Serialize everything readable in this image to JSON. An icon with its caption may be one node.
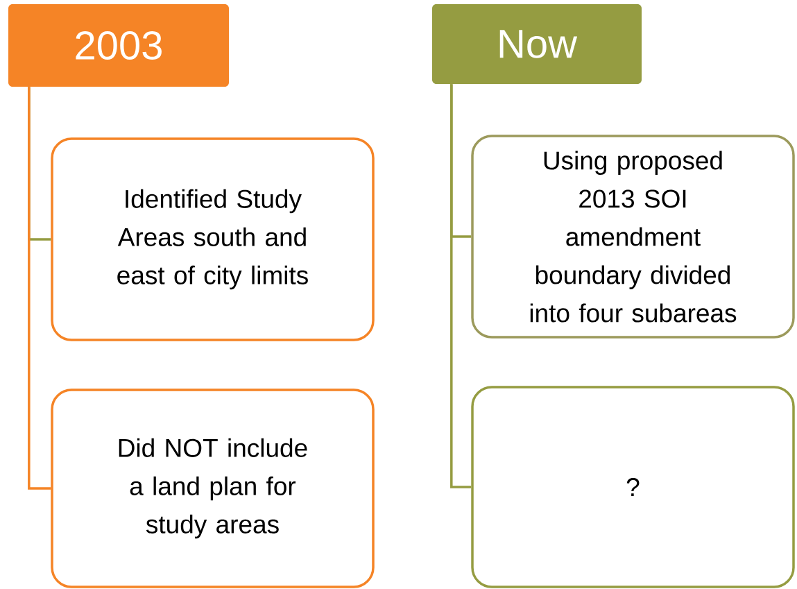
{
  "diagram": {
    "nodes": [
      {
        "text": [
          "2003"
        ]
      },
      {
        "text": [
          "Identified Study Areas south and east of city limits"
        ]
      },
      {
        "text": [
          "Did NOT include a land plan for study areas"
        ]
      },
      {
        "text": [
          "Now"
        ]
      },
      {
        "text": [
          "Using proposed 2013 SOI amendment boundary divided into four subareas"
        ]
      },
      {
        "text": [
          "?"
        ]
      }
    ],
    "edges": [
      {
        "from": 0,
        "to": 1,
        "arrow": "none"
      },
      {
        "from": 0,
        "to": 2,
        "arrow": "none",
        "color": "#f58426"
      },
      {
        "from": 3,
        "to": 4,
        "arrow": "none"
      },
      {
        "from": 3,
        "to": 5,
        "arrow": "none"
      }
    ]
  }
}
